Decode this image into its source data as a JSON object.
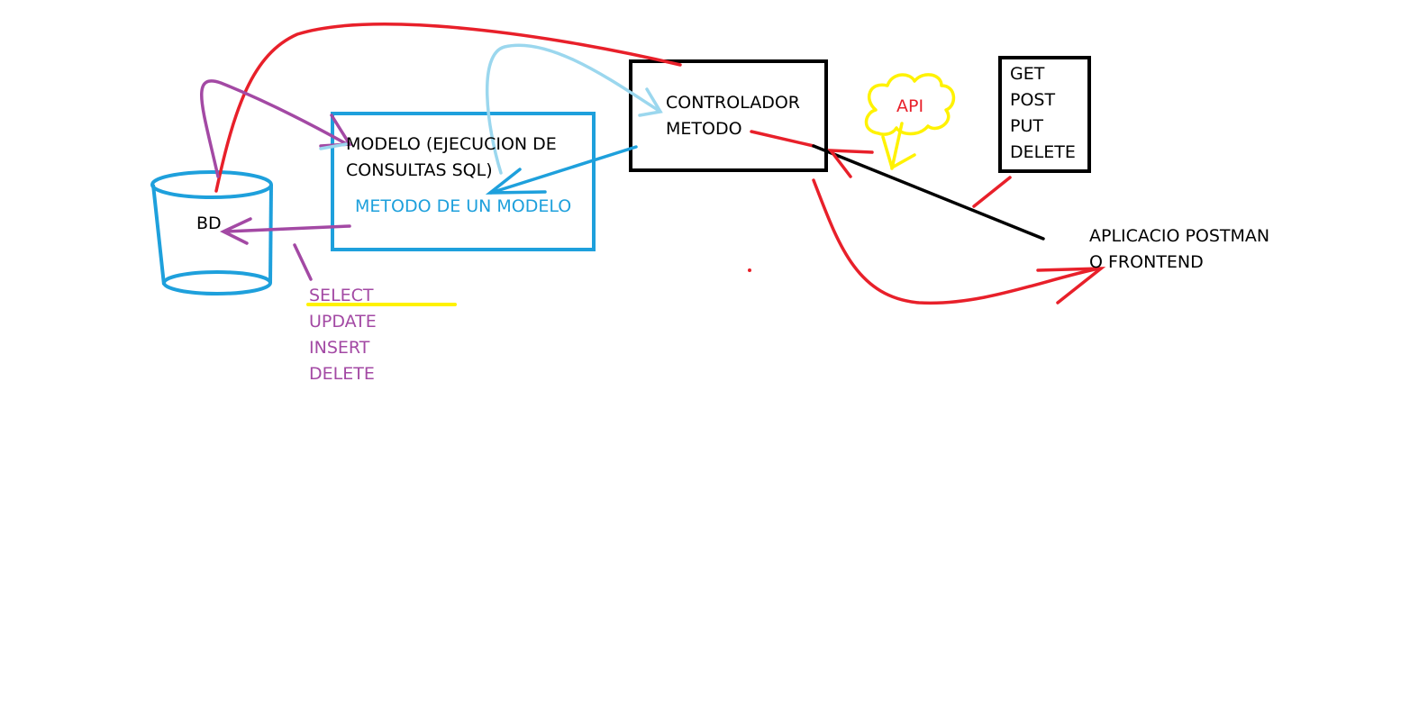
{
  "diagram": {
    "db_label": "BD",
    "model_box": {
      "line1": "MODELO (EJECUCION DE",
      "line2": "CONSULTAS SQL)",
      "method": "METODO DE UN MODELO"
    },
    "controller_box": {
      "line1": "CONTROLADOR",
      "line2": "METODO"
    },
    "api_cloud": "API",
    "http_methods": [
      "GET",
      "POST",
      "PUT",
      "DELETE"
    ],
    "sql_ops": [
      "SELECT",
      "UPDATE",
      "INSERT",
      "DELETE"
    ],
    "client": {
      "line1": "APLICACIO POSTMAN",
      "line2": "O FRONTEND"
    }
  },
  "colors": {
    "blue": "#1ea0dc",
    "light_blue": "#9bd7ee",
    "red": "#e8202a",
    "purple": "#a349a4",
    "yellow": "#fff200",
    "black": "#000000"
  }
}
